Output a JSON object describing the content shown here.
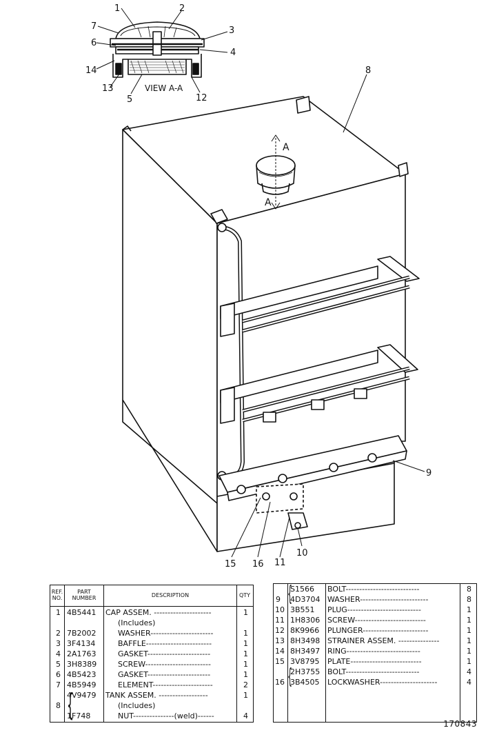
{
  "illustration": {
    "view_label": "VIEW A-A",
    "section_mark": "A",
    "callouts": [
      "1",
      "2",
      "3",
      "4",
      "5",
      "6",
      "7",
      "8",
      "9",
      "10",
      "11",
      "12",
      "13",
      "14",
      "15",
      "16"
    ]
  },
  "left_table": {
    "headers": {
      "ref": "REF. NO.",
      "part": "PART NUMBER",
      "desc": "DESCRIPTION",
      "qty": "QTY"
    },
    "rows": [
      {
        "ref": "1",
        "part": "4B5441",
        "desc": "CAP ASSEM. ---------------------",
        "qty": "1"
      },
      {
        "ref": "",
        "part": "",
        "desc": "(Includes)",
        "qty": ""
      },
      {
        "ref": "2",
        "part": "7B2002",
        "desc": "WASHER-----------------------",
        "qty": "1"
      },
      {
        "ref": "3",
        "part": "3F4134",
        "desc": "BAFFLE------------------------",
        "qty": "1"
      },
      {
        "ref": "4",
        "part": "2A1763",
        "desc": "GASKET-----------------------",
        "qty": "1"
      },
      {
        "ref": "5",
        "part": "3H8389",
        "desc": "SCREW------------------------",
        "qty": "1"
      },
      {
        "ref": "6",
        "part": "4B5423",
        "desc": "GASKET-----------------------",
        "qty": "1"
      },
      {
        "ref": "7",
        "part": "4B5949",
        "desc": "ELEMENT----------------------",
        "qty": "2"
      },
      {
        "ref": "",
        "part": "4V9479",
        "desc": "TANK ASSEM. ------------------",
        "qty": "1"
      },
      {
        "ref": "8",
        "part": "",
        "desc": "(Includes)",
        "qty": ""
      },
      {
        "ref": "",
        "part": "1F748",
        "desc": "NUT---------------(weld)------",
        "qty": "4"
      }
    ]
  },
  "right_table": {
    "rows": [
      {
        "ref": "",
        "part": "S1566",
        "desc": "BOLT---------------------------",
        "qty": "8"
      },
      {
        "ref": "9",
        "part": "4D3704",
        "desc": "WASHER-------------------------",
        "qty": "8"
      },
      {
        "ref": "10",
        "part": "3B551",
        "desc": "PLUG---------------------------",
        "qty": "1"
      },
      {
        "ref": "11",
        "part": "1H8306",
        "desc": "SCREW--------------------------",
        "qty": "1"
      },
      {
        "ref": "12",
        "part": "8K9966",
        "desc": "PLUNGER------------------------",
        "qty": "1"
      },
      {
        "ref": "13",
        "part": "8H3498",
        "desc": "STRAINER ASSEM. ---------------",
        "qty": "1"
      },
      {
        "ref": "14",
        "part": "8H3497",
        "desc": "RING---------------------------",
        "qty": "1"
      },
      {
        "ref": "15",
        "part": "3V8795",
        "desc": "PLATE--------------------------",
        "qty": "1"
      },
      {
        "ref": "",
        "part": "2H3755",
        "desc": "BOLT---------------------------",
        "qty": "4"
      },
      {
        "ref": "16",
        "part": "3B4505",
        "desc": "LOCKWASHER---------------------",
        "qty": "4"
      }
    ]
  },
  "doc_number": "170843"
}
